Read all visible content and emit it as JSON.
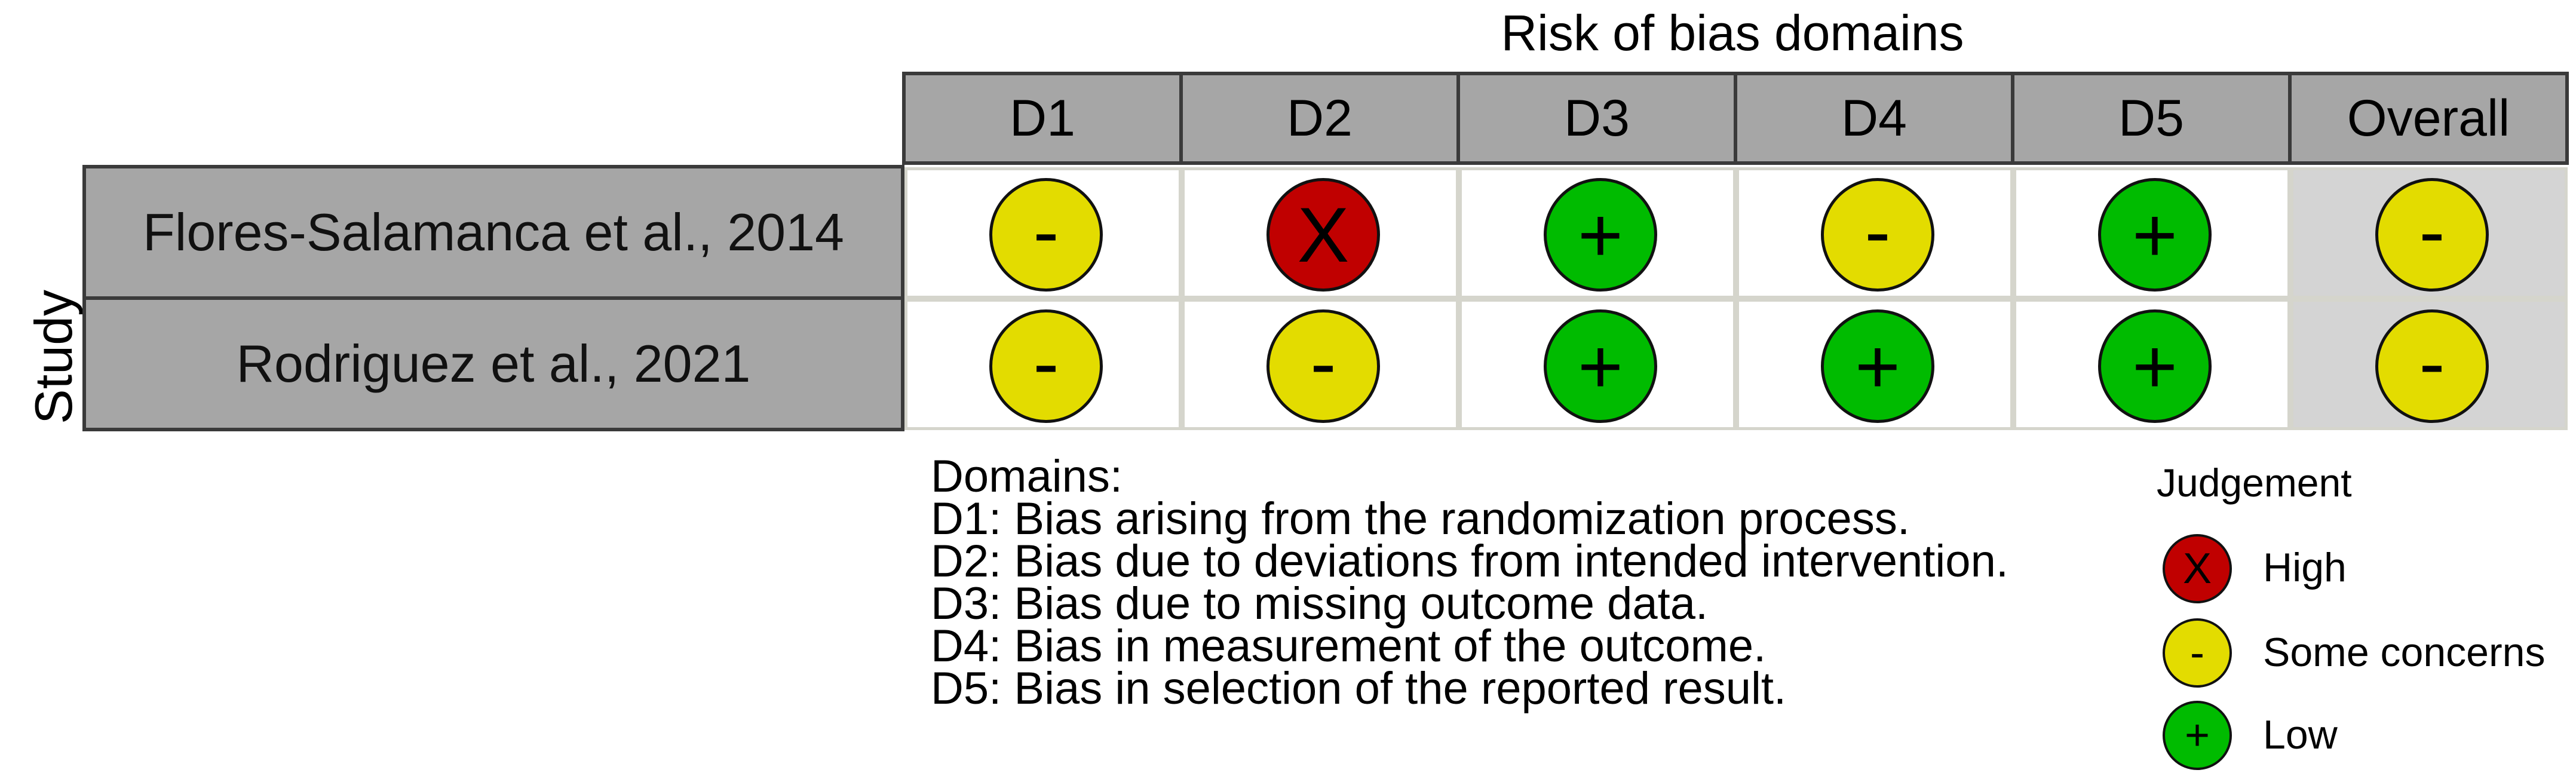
{
  "title": "Risk of bias domains",
  "axis_label": "Study",
  "columns": [
    "D1",
    "D2",
    "D3",
    "D4",
    "D5",
    "Overall"
  ],
  "studies": [
    {
      "name": "Flores-Salamanca et al., 2014",
      "judgements": [
        "-",
        "X",
        "+",
        "-",
        "+",
        "-"
      ]
    },
    {
      "name": "Rodriguez et al., 2021",
      "judgements": [
        "-",
        "-",
        "+",
        "+",
        "+",
        "-"
      ]
    }
  ],
  "domains_title": "Domains:",
  "domain_descriptions": [
    "D1: Bias arising from the randomization process.",
    "D2: Bias due to deviations from intended intervention.",
    "D3: Bias due to missing outcome data.",
    "D4: Bias in measurement of the outcome.",
    "D5: Bias in selection of the reported result."
  ],
  "legend": {
    "title": "Judgement",
    "items": [
      {
        "symbol": "X",
        "label": "High",
        "color": "#c00000"
      },
      {
        "symbol": "-",
        "label": "Some concerns",
        "color": "#e3dc00"
      },
      {
        "symbol": "+",
        "label": "Low",
        "color": "#00bb00"
      }
    ]
  },
  "colors": {
    "X": "#c00000",
    "-": "#e3dc00",
    "+": "#00bb00",
    "header_fill": "#a6a6a6",
    "overall_fill": "#d4d4d4"
  }
}
